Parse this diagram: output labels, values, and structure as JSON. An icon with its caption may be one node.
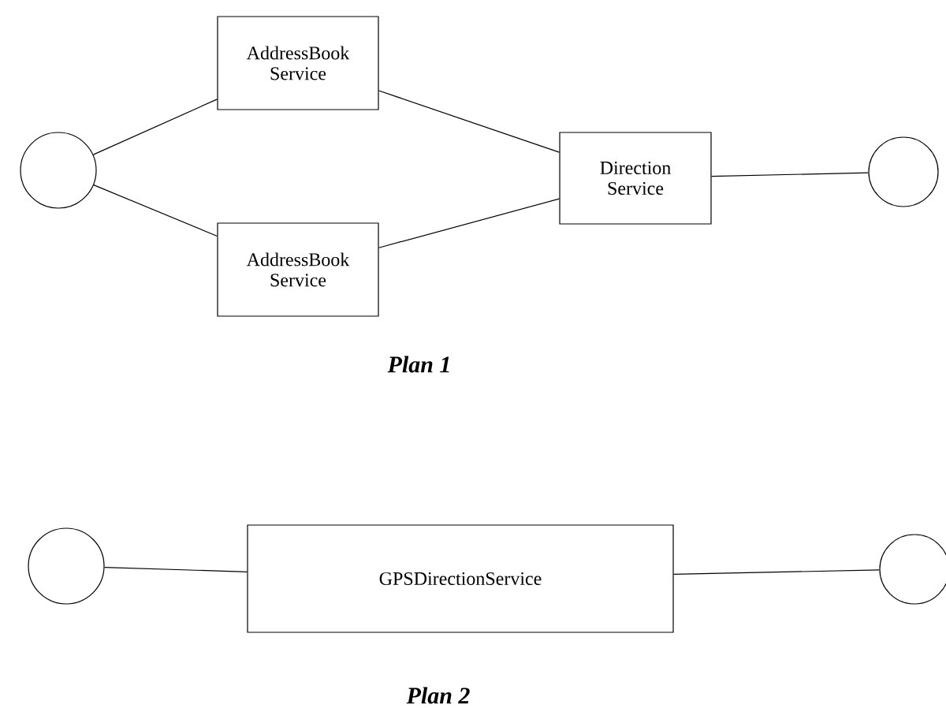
{
  "diagram": {
    "nodes": [
      {
        "text": [],
        "shape": "circle"
      },
      {
        "text": [
          "AddressBook Service"
        ]
      },
      {
        "text": [
          "AddressBook Service"
        ]
      },
      {
        "text": [
          "Direction Service"
        ]
      },
      {
        "text": [],
        "shape": "circle"
      },
      {
        "text": [],
        "shape": "circle"
      },
      {
        "text": [
          "GPSDirectionService"
        ]
      },
      {
        "text": [],
        "shape": "circle"
      }
    ],
    "edges": [
      {
        "from": 0,
        "to": 1,
        "arrow": "none"
      },
      {
        "from": 0,
        "to": 2,
        "arrow": "none"
      },
      {
        "from": 1,
        "to": 3,
        "arrow": "none"
      },
      {
        "from": 2,
        "to": 3,
        "arrow": "none"
      },
      {
        "from": 3,
        "to": 4,
        "arrow": "none"
      },
      {
        "from": 5,
        "to": 6,
        "arrow": "none"
      },
      {
        "from": 6,
        "to": 7,
        "arrow": "none"
      }
    ],
    "labels": [
      "Plan 1",
      "Plan 2"
    ]
  }
}
